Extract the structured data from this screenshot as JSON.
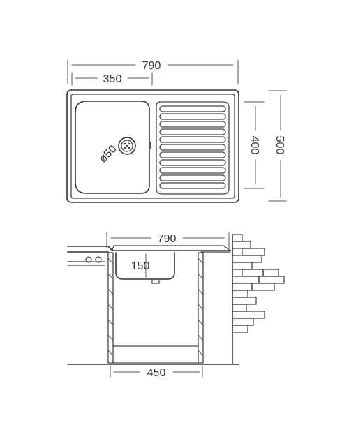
{
  "top_view": {
    "overall_width": "790",
    "bowl_width": "350",
    "overall_depth": "500",
    "inner_depth": "400",
    "drain_diameter": "ø50"
  },
  "side_view": {
    "overall_width": "790",
    "bowl_depth": "150",
    "cabinet_width": "450"
  },
  "colors": {
    "line": "#444444",
    "text": "#333333",
    "background": "#ffffff"
  }
}
